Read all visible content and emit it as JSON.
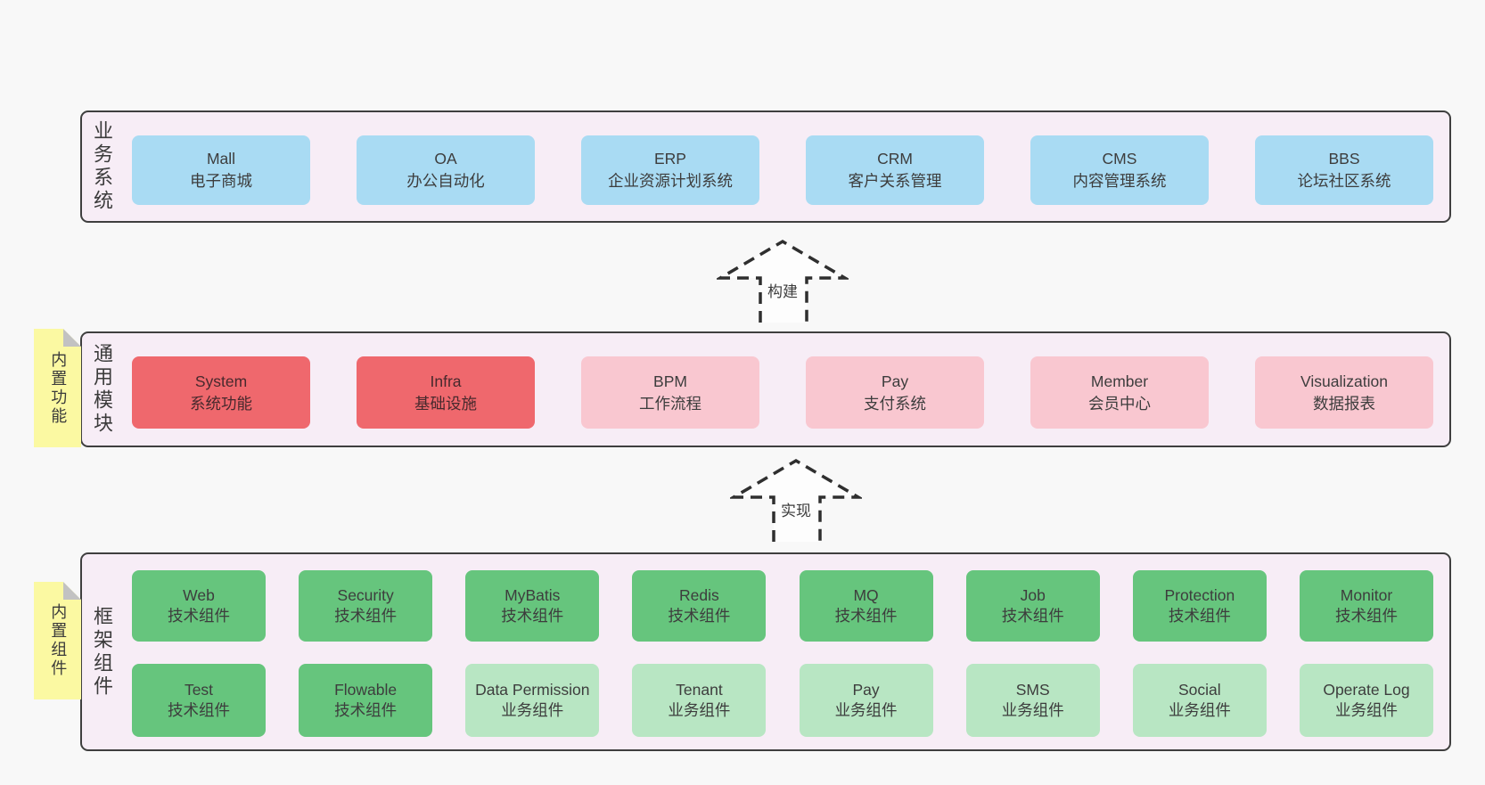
{
  "palette": {
    "background": "#f8f8f8",
    "container_fill": "#f7edf6",
    "container_border": "#3f3f3f",
    "blue": "#a9dbf3",
    "red": "#ef686d",
    "pink": "#f9c7d0",
    "green": "#66c57d",
    "light_green": "#b8e6c3",
    "note_yellow": "#fbf9a2"
  },
  "sections": {
    "business": {
      "label": "业务系统",
      "boxes": [
        {
          "en": "Mall",
          "zh": "电子商城",
          "tone": "blue"
        },
        {
          "en": "OA",
          "zh": "办公自动化",
          "tone": "blue"
        },
        {
          "en": "ERP",
          "zh": "企业资源计划系统",
          "tone": "blue"
        },
        {
          "en": "CRM",
          "zh": "客户关系管理",
          "tone": "blue"
        },
        {
          "en": "CMS",
          "zh": "内容管理系统",
          "tone": "blue"
        },
        {
          "en": "BBS",
          "zh": "论坛社区系统",
          "tone": "blue"
        }
      ]
    },
    "modules": {
      "label": "通用模块",
      "note": "内置功能",
      "boxes": [
        {
          "en": "System",
          "zh": "系统功能",
          "tone": "red"
        },
        {
          "en": "Infra",
          "zh": "基础设施",
          "tone": "red"
        },
        {
          "en": "BPM",
          "zh": "工作流程",
          "tone": "pink"
        },
        {
          "en": "Pay",
          "zh": "支付系统",
          "tone": "pink"
        },
        {
          "en": "Member",
          "zh": "会员中心",
          "tone": "pink"
        },
        {
          "en": "Visualization",
          "zh": "数据报表",
          "tone": "pink"
        }
      ]
    },
    "components": {
      "label": "框架组件",
      "note": "内置组件",
      "rows": [
        [
          {
            "en": "Web",
            "zh": "技术组件",
            "tone": "green"
          },
          {
            "en": "Security",
            "zh": "技术组件",
            "tone": "green"
          },
          {
            "en": "MyBatis",
            "zh": "技术组件",
            "tone": "green"
          },
          {
            "en": "Redis",
            "zh": "技术组件",
            "tone": "green"
          },
          {
            "en": "MQ",
            "zh": "技术组件",
            "tone": "green"
          },
          {
            "en": "Job",
            "zh": "技术组件",
            "tone": "green"
          },
          {
            "en": "Protection",
            "zh": "技术组件",
            "tone": "green"
          },
          {
            "en": "Monitor",
            "zh": "技术组件",
            "tone": "green"
          }
        ],
        [
          {
            "en": "Test",
            "zh": "技术组件",
            "tone": "green"
          },
          {
            "en": "Flowable",
            "zh": "技术组件",
            "tone": "green"
          },
          {
            "en": "Data Permission",
            "zh": "业务组件",
            "tone": "lgreen"
          },
          {
            "en": "Tenant",
            "zh": "业务组件",
            "tone": "lgreen"
          },
          {
            "en": "Pay",
            "zh": "业务组件",
            "tone": "lgreen"
          },
          {
            "en": "SMS",
            "zh": "业务组件",
            "tone": "lgreen"
          },
          {
            "en": "Social",
            "zh": "业务组件",
            "tone": "lgreen"
          },
          {
            "en": "Operate Log",
            "zh": "业务组件",
            "tone": "lgreen"
          }
        ]
      ]
    }
  },
  "arrows": [
    {
      "label": "构建"
    },
    {
      "label": "实现"
    }
  ]
}
